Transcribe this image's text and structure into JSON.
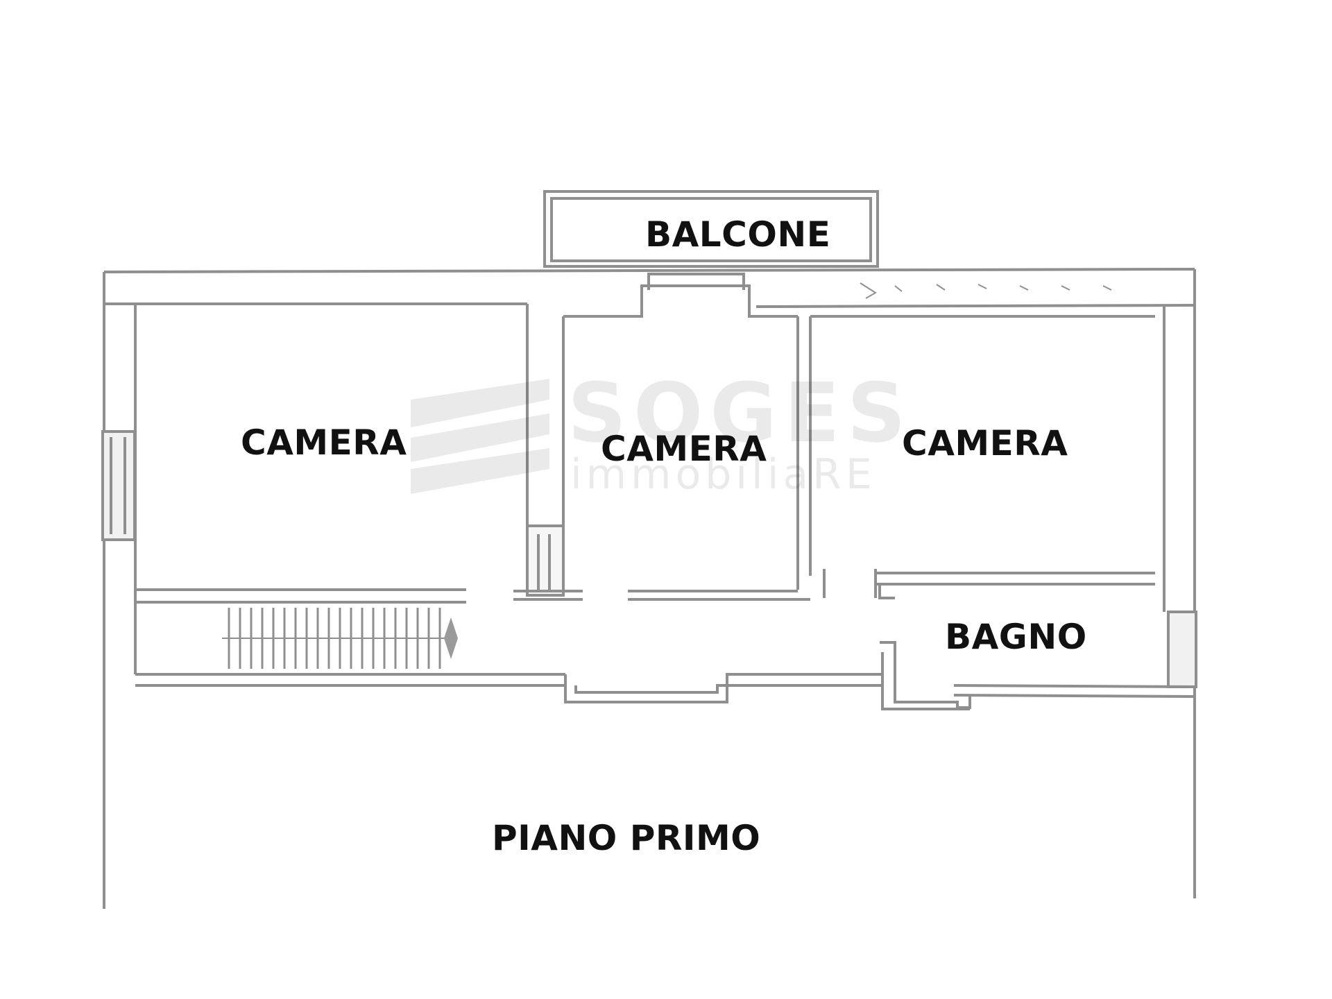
{
  "plan": {
    "rooms": {
      "balcone": "BALCONE",
      "camera_left": "CAMERA",
      "camera_middle": "CAMERA",
      "camera_right": "CAMERA",
      "bagno": "BAGNO"
    },
    "floor_label": "PIANO PRIMO"
  },
  "watermark": {
    "brand": "SOGES",
    "subtitle": "immobiliaRE"
  },
  "colors": {
    "wall_stroke": "#8f8f8f",
    "wall_fill": "#f4f4f4",
    "label": "#111111",
    "background": "#ffffff"
  }
}
